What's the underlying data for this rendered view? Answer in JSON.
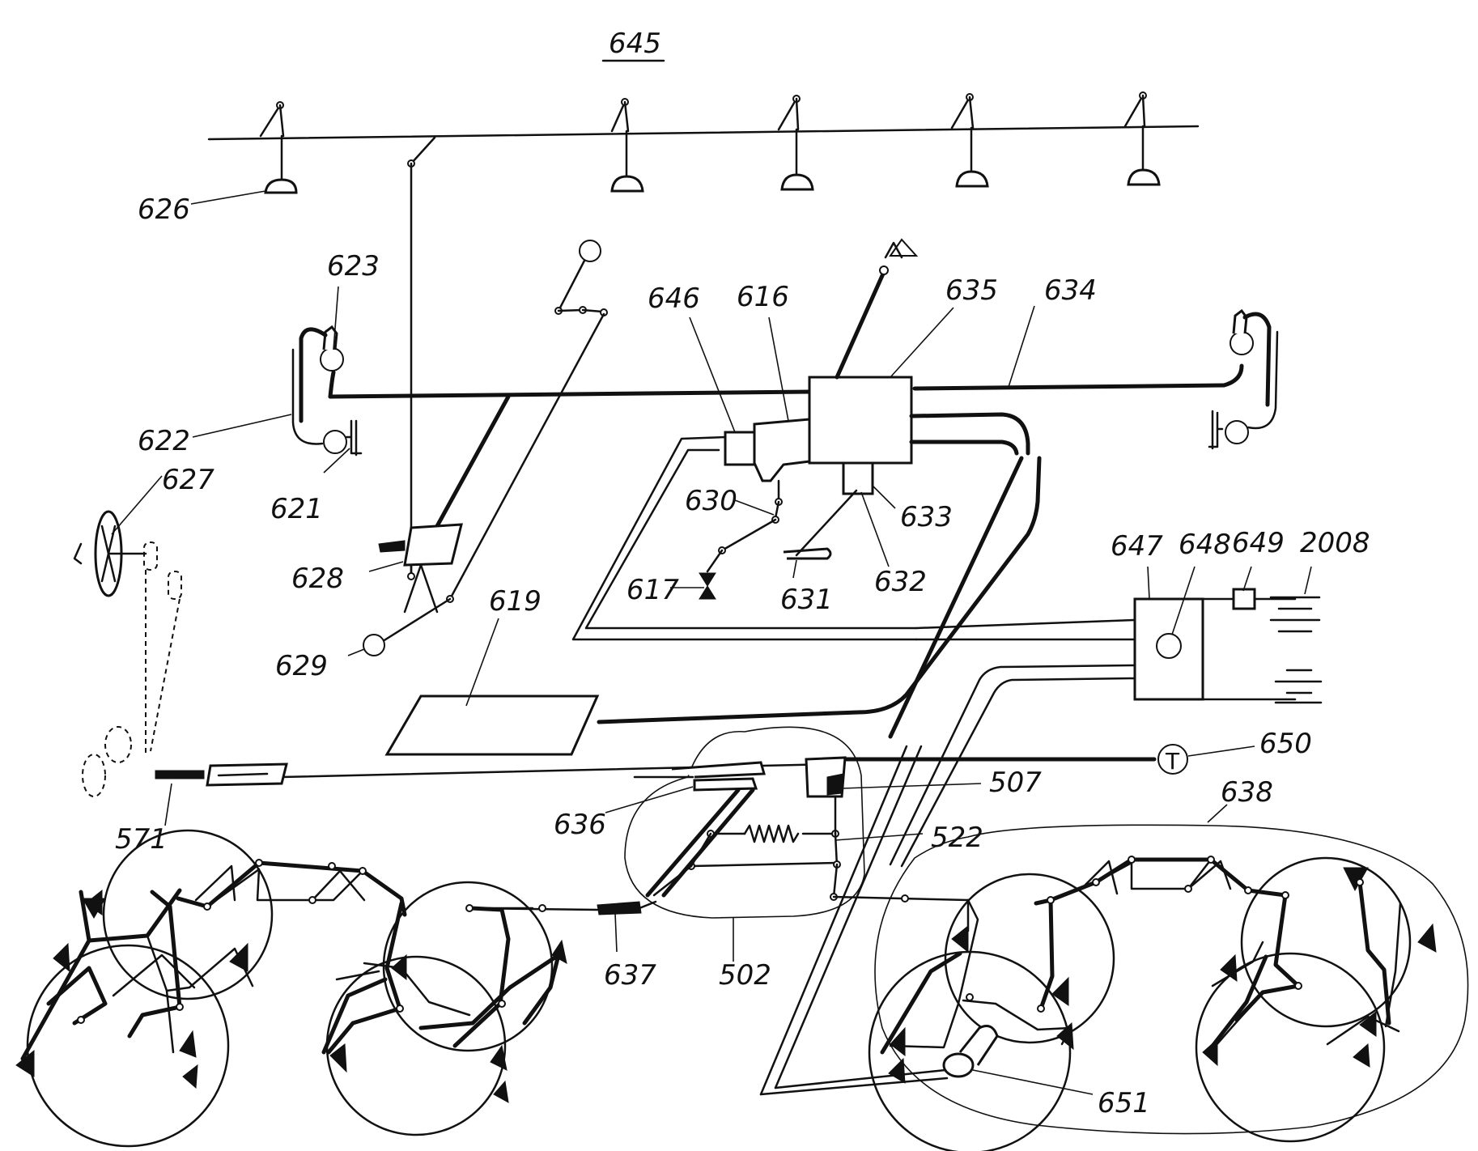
{
  "figure": {
    "title": "645",
    "labels": {
      "626": "626",
      "623": "623",
      "622": "622",
      "621": "621",
      "627": "627",
      "628": "628",
      "629": "629",
      "646": "646",
      "616": "616",
      "635": "635",
      "634": "634",
      "630": "630",
      "633": "633",
      "617": "617",
      "631": "631",
      "632": "632",
      "619": "619",
      "647": "647",
      "648": "648",
      "649": "649",
      "2008": "2008",
      "650": "650",
      "507": "507",
      "636": "636",
      "522": "522",
      "638": "638",
      "571": "571",
      "637": "637",
      "502": "502",
      "651": "651",
      "thermo": "T"
    }
  }
}
